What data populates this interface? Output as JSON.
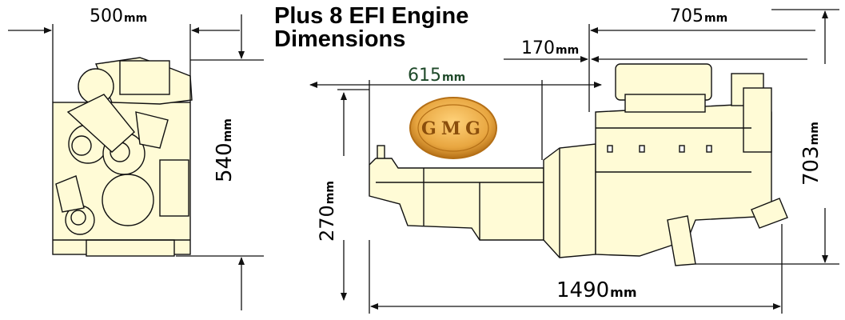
{
  "title": {
    "line1": "Plus 8 EFI Engine",
    "line2": "Dimensions"
  },
  "logo": {
    "text": "GMG"
  },
  "dimensions": {
    "front_width": {
      "value": "500",
      "unit": "mm"
    },
    "front_height": {
      "value": "540",
      "unit": "mm"
    },
    "engine_length": {
      "value": "705",
      "unit": "mm"
    },
    "offset": {
      "value": "170",
      "unit": "mm"
    },
    "gearbox": {
      "value": "615",
      "unit": "mm"
    },
    "total_height": {
      "value": "703",
      "unit": "mm"
    },
    "gearbox_height": {
      "value": "270",
      "unit": "mm"
    },
    "total_length": {
      "value": "1490",
      "unit": "mm"
    }
  },
  "colors": {
    "engine_fill": "#fffbd6",
    "line": "#111111",
    "logo": "#e8a640",
    "logo_dark": "#b46f16"
  }
}
